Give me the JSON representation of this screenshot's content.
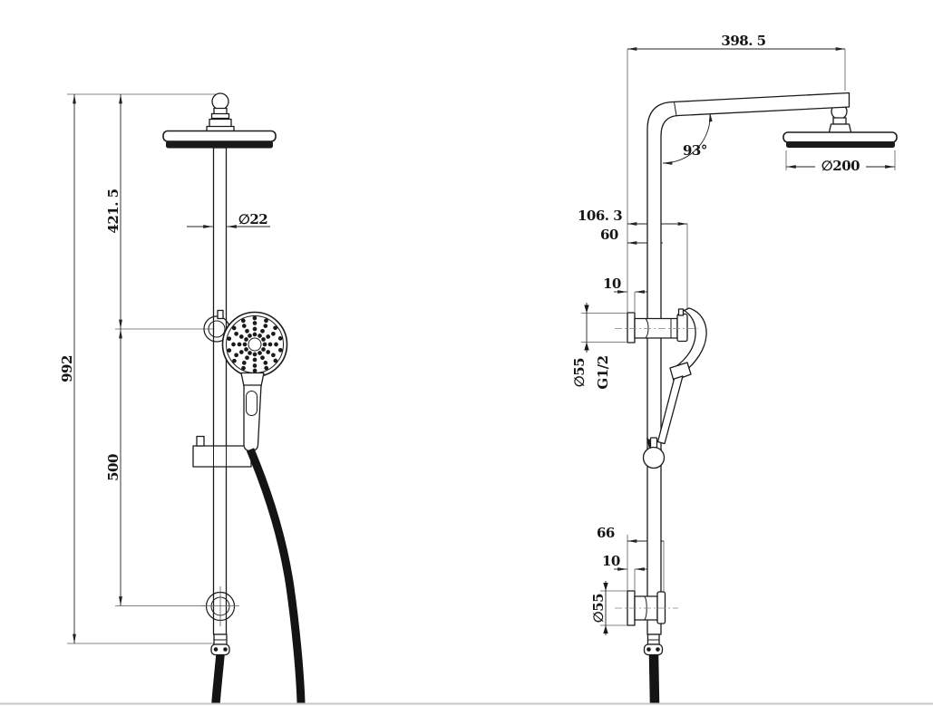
{
  "colors": {
    "line": "#1a1a1a",
    "hose": "#141414",
    "floor": "#c8c8c8",
    "background": "#ffffff"
  },
  "views": {
    "front": {
      "dims": {
        "overall_height": "992",
        "upper_section": "421. 5",
        "lower_section": "500",
        "rail_diameter": "∅22"
      }
    },
    "side": {
      "dims": {
        "arm_length": "398. 5",
        "arm_angle": "93°",
        "head_diameter": "∅200",
        "wall_to_handshower": "106. 3",
        "wall_to_rail": "60",
        "flange_thickness_top": "10",
        "flange_diameter_top": "∅55",
        "inlet_thread": "G1/2",
        "wall_to_outlet": "66",
        "flange_thickness_bottom": "10",
        "flange_diameter_bottom": "∅55"
      }
    }
  }
}
